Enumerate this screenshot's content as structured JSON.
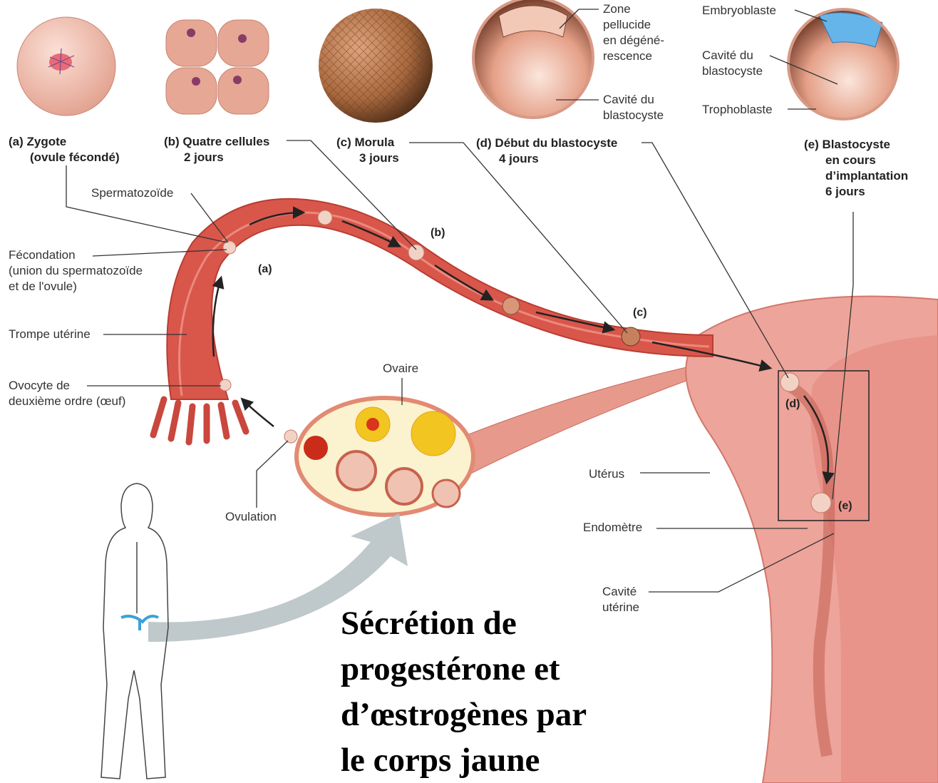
{
  "stages": [
    {
      "letter_title": "(a) Zygote",
      "subtitle": "(ovule fécondé)"
    },
    {
      "letter_title": "(b) Quatre cellules",
      "subtitle": "2 jours"
    },
    {
      "letter_title": "(c) Morula",
      "subtitle": "3 jours"
    },
    {
      "letter_title": "(d) Début du blastocyste",
      "subtitle": "4 jours"
    },
    {
      "letter_title": "(e) Blastocyste",
      "subtitle": "en cours\nd’implantation\n6 jours"
    }
  ],
  "detail_labels": {
    "zone": "Zone\npellucide\nen dégéné-\nrescence",
    "cavite_d": "Cavité du\nblastocyste",
    "embryoblaste": "Embryoblaste",
    "cavite_e": "Cavité du\nblastocyste",
    "trophoblaste": "Trophoblaste"
  },
  "anatomy_labels": {
    "spermatozoide": "Spermatozoïde",
    "fecondation": "Fécondation\n(union du spermatozoïde\net de l'ovule)",
    "trompe": "Trompe utérine",
    "ovocyte": "Ovocyte de\ndeuxième ordre (œuf)",
    "ovaire": "Ovaire",
    "ovulation": "Ovulation",
    "uterus": "Utérus",
    "endometre": "Endomètre",
    "cavite_uterine": "Cavité\nutérine"
  },
  "path_markers": [
    "(a)",
    "(b)",
    "(c)",
    "(d)",
    "(e)"
  ],
  "caption": "Sécrétion de\nprogestérone et\nd’œstrogènes par\nle corps jaune",
  "colors": {
    "tube": "#d9564b",
    "tube_light": "#eb8a7c",
    "uterus": "#eda49a",
    "uterus_dark": "#d9766c",
    "ovary": "#fbf2cf",
    "corpus_luteum": "#f2c521",
    "arrow_gray": "#b8c2c5"
  }
}
